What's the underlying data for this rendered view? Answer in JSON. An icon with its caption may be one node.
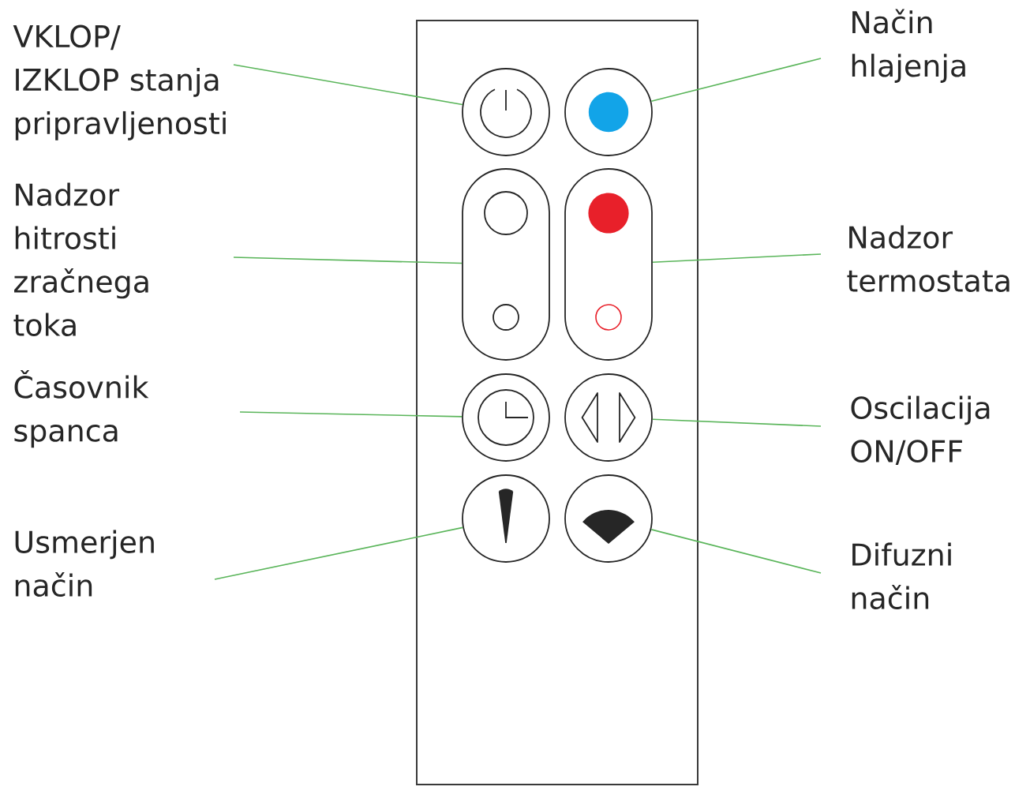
{
  "diagram": {
    "nodes": [
      {
        "text": [],
        "shape": "box"
      },
      {
        "text": [
          "VKLOP/ IZKLOP stanja pripravljenosti"
        ]
      },
      {
        "text": [],
        "shape": "circle",
        "in": 0
      },
      {
        "text": [],
        "shape": "circle",
        "in": 0
      },
      {
        "text": [
          "Način hlajenja"
        ]
      },
      {
        "text": [
          "Nadzor hitrosti zračnega toka"
        ]
      },
      {
        "text": [],
        "shape": "pill",
        "in": 0
      },
      {
        "text": [],
        "shape": "pill",
        "in": 0
      },
      {
        "text": [
          "Nadzor termostata"
        ]
      },
      {
        "text": [
          "Časovnik spanca"
        ]
      },
      {
        "text": [],
        "shape": "circle",
        "in": 0
      },
      {
        "text": [],
        "shape": "circle",
        "in": 0
      },
      {
        "text": [
          "Oscilacija ON/OFF"
        ]
      },
      {
        "text": [
          "Usmerjen način"
        ]
      },
      {
        "text": [],
        "shape": "circle",
        "in": 0
      },
      {
        "text": [],
        "shape": "circle",
        "in": 0
      },
      {
        "text": [
          "Difuzni način"
        ]
      }
    ],
    "edges": [
      {
        "from": 1,
        "to": 2,
        "arrow": "none"
      },
      {
        "from": 4,
        "to": 3,
        "arrow": "none"
      },
      {
        "from": 5,
        "to": 6,
        "arrow": "none"
      },
      {
        "from": 8,
        "to": 7,
        "arrow": "none"
      },
      {
        "from": 9,
        "to": 10,
        "arrow": "none"
      },
      {
        "from": 12,
        "to": 11,
        "arrow": "none"
      },
      {
        "from": 13,
        "to": 14,
        "arrow": "none"
      },
      {
        "from": 16,
        "to": 15,
        "arrow": "none"
      }
    ]
  }
}
